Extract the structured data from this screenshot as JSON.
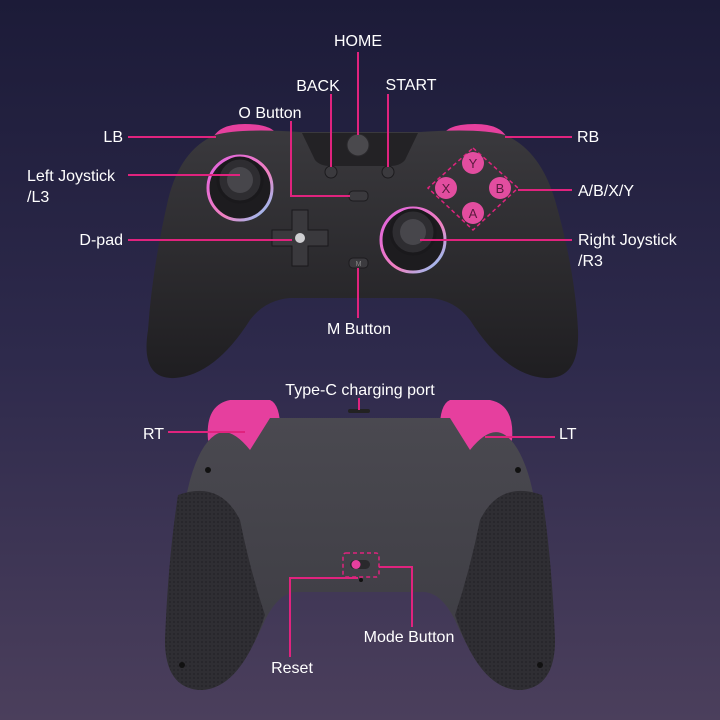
{
  "colors": {
    "background_top": "#1c1b38",
    "background_bottom": "#4b3f5c",
    "controller_body": "#2c2b2e",
    "accent_pink": "#e63fa0",
    "leader_line": "#e0237e"
  },
  "front_labels": {
    "home": "HOME",
    "back": "BACK",
    "start": "START",
    "o_button": "O Button",
    "lb": "LB",
    "rb": "RB",
    "left_joystick_line1": "Left Joystick",
    "left_joystick_line2": "/L3",
    "abxy": "A/B/X/Y",
    "dpad": "D-pad",
    "right_joystick_line1": "Right Joystick",
    "right_joystick_line2": "/R3",
    "m_button": "M Button"
  },
  "face_buttons": {
    "y": "Y",
    "x": "X",
    "b": "B",
    "a": "A"
  },
  "small_button_glyphs": {
    "m": "M"
  },
  "back_labels": {
    "type_c": "Type-C charging port",
    "rt": "RT",
    "lt": "LT",
    "mode_button": "Mode Button",
    "reset": "Reset"
  }
}
